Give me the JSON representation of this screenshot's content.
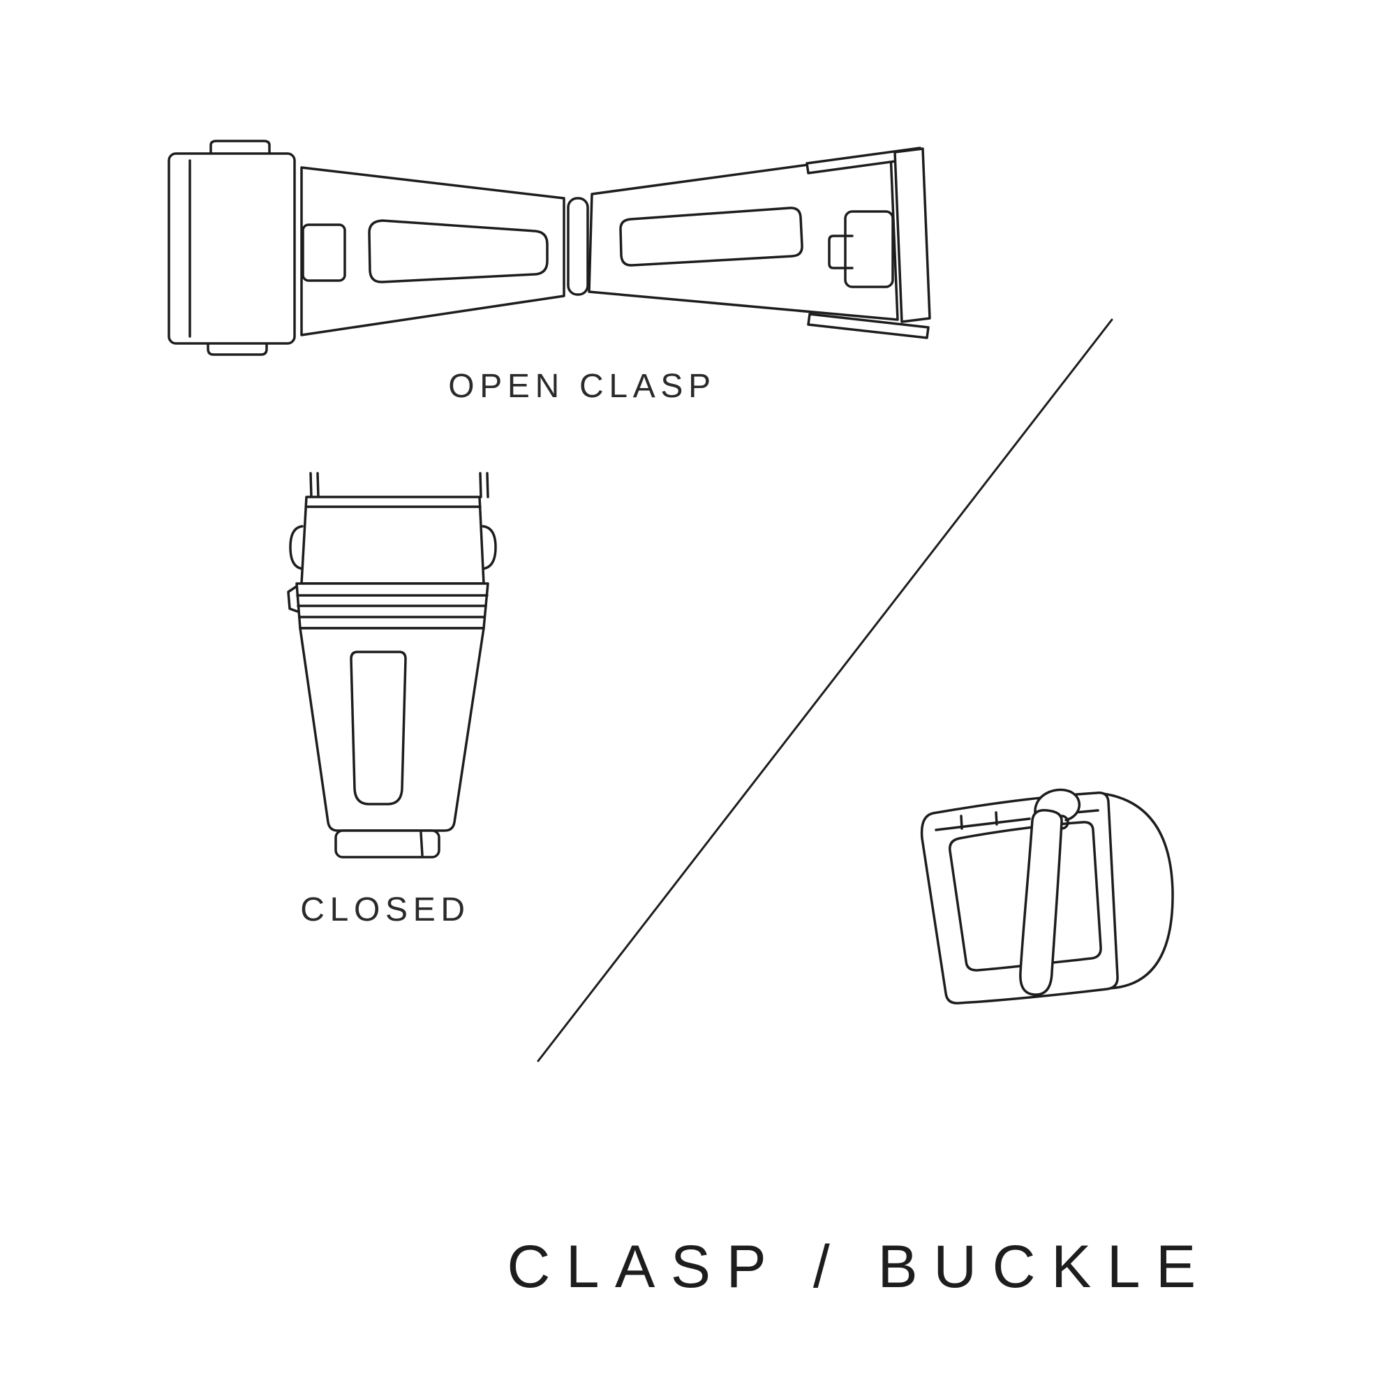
{
  "canvas": {
    "background": "#ffffff",
    "line_color": "#1d1d1d",
    "text_color": "#2a2a2a"
  },
  "title": {
    "text": "CLASP / BUCKLE"
  },
  "figures": {
    "open_clasp": {
      "label": "OPEN CLASP"
    },
    "closed_clasp": {
      "label": "CLOSED"
    }
  }
}
